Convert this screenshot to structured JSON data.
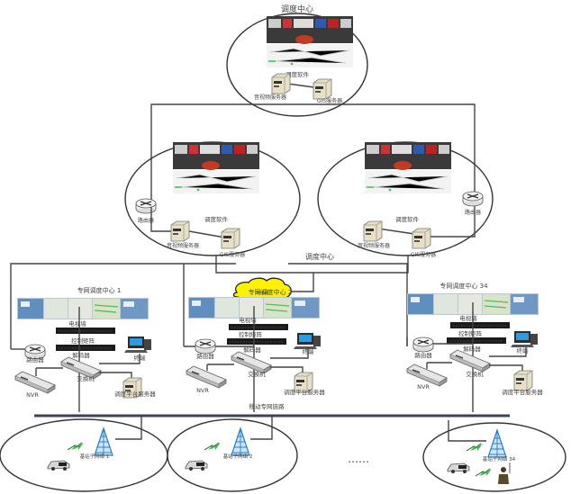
{
  "diagram": {
    "top_center": {
      "title": "调度中心",
      "software_label": "调度软件",
      "server1_label": "音视频服务器",
      "server2_label": "GIS服务器"
    },
    "mid_left": {
      "router_label": "路由器",
      "software_label": "调度软件",
      "server1_label": "音视频服务器",
      "server2_label": "GIS服务器"
    },
    "mid_right": {
      "router_label": "路由器",
      "software_label": "调度软件",
      "server1_label": "音视频服务器",
      "server2_label": "GIS服务器"
    },
    "mid_caption": "调度中心",
    "cloud_label": "专线网",
    "sub_centers": [
      {
        "title": "专网调度中心 1",
        "wall_label": "电视墙",
        "controller_label": "控制矩阵",
        "decoder_label": "解码器",
        "router_label": "路由器",
        "terminal_label": "终端",
        "switch_label": "交换机",
        "nvr_label": "NVR",
        "server_label": "调度平台服务器"
      },
      {
        "title": "专网调度中心 2",
        "wall_label": "电视墙",
        "controller_label": "控制矩阵",
        "decoder_label": "解码器",
        "router_label": "路由器",
        "terminal_label": "终端",
        "switch_label": "交换机",
        "nvr_label": "NVR",
        "server_label": "调度平台服务器"
      },
      {
        "title": "专网调度中心 34",
        "wall_label": "电视墙",
        "controller_label": "控制矩阵",
        "decoder_label": "解码器",
        "router_label": "路由器",
        "terminal_label": "终端",
        "switch_label": "交换机",
        "nvr_label": "NVR",
        "server_label": "调度平台服务器"
      }
    ],
    "bus_label": "移动专网链路",
    "base_stations": [
      {
        "label": "基站子网络 1"
      },
      {
        "label": "基站子网络 2"
      },
      {
        "label": "基站子网络 34"
      }
    ],
    "ellipsis": "……"
  },
  "colors": {
    "cloud_fill": "#fff200",
    "tower": "#2a7fc9",
    "lightning": "#3ab54a",
    "line": "#444444"
  }
}
